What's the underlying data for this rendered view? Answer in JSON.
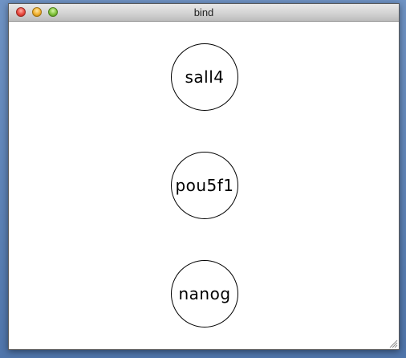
{
  "window": {
    "title": "bind"
  },
  "nodes": [
    {
      "label": "sall4"
    },
    {
      "label": "pou5f1"
    },
    {
      "label": "nanog"
    }
  ],
  "colors": {
    "titlebar_text": "#222222",
    "node_border": "#000000",
    "canvas_background": "#ffffff"
  }
}
